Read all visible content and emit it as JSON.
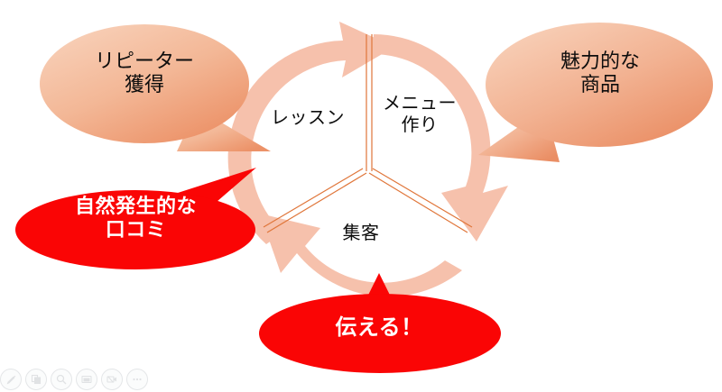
{
  "slide": {
    "background_color": "#ffffff",
    "diagram_type": "three-segment cycle with speech-bubble callouts"
  },
  "cycle": {
    "ring_color": "#f6c1ac",
    "divider_color": "#e0763a",
    "segments": [
      {
        "id": "lesson",
        "label": "レッスン"
      },
      {
        "id": "menu",
        "label": "メニュー\n作り"
      },
      {
        "id": "shukyaku",
        "label": "集客"
      }
    ],
    "arrows": [
      {
        "id": "arrow-top",
        "direction": "clockwise-top-right"
      },
      {
        "id": "arrow-bottom-right",
        "direction": "clockwise-down-left"
      },
      {
        "id": "arrow-bottom-left",
        "direction": "clockwise-up-left"
      }
    ]
  },
  "callouts": {
    "peach_fill_light": "#f8d0b8",
    "peach_fill_dark": "#ee9a6e",
    "red_fill": "#fa0505",
    "items": [
      {
        "id": "repeat",
        "style": "peach-bubble",
        "text": "リピーター\n獲得",
        "text_color": "#0d0d0d",
        "points_to": "lesson"
      },
      {
        "id": "product",
        "style": "peach-bubble",
        "text": "魅力的な\n商品",
        "text_color": "#0d0d0d",
        "points_to": "menu"
      },
      {
        "id": "kuchikomi",
        "style": "red-ellipse",
        "text": "自然発生的な\n口コミ",
        "text_color": "#ffffff",
        "points_to": "lesson"
      },
      {
        "id": "tsutaeru",
        "style": "red-ellipse",
        "text": "伝える！",
        "text_color": "#ffffff",
        "points_to": "shukyaku"
      }
    ]
  },
  "toolbar": {
    "buttons": [
      {
        "id": "pen",
        "icon": "pen-icon"
      },
      {
        "id": "copy",
        "icon": "copy-icon"
      },
      {
        "id": "zoom",
        "icon": "search-icon"
      },
      {
        "id": "present",
        "icon": "presentation-icon"
      },
      {
        "id": "video",
        "icon": "video-off-icon"
      },
      {
        "id": "more",
        "icon": "more-icon"
      }
    ]
  }
}
